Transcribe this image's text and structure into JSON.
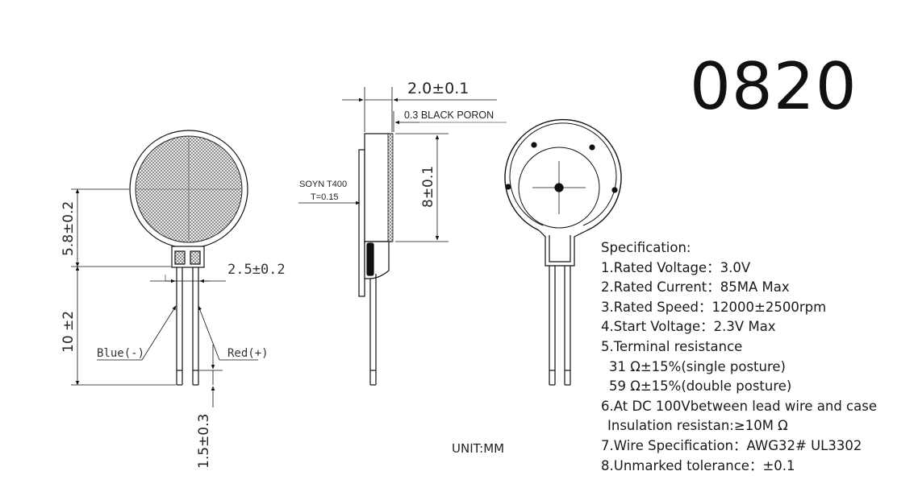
{
  "model": "0820",
  "unit": "UNIT:MM",
  "dimensions": {
    "thickness": "2.0±0.1",
    "poron": "0.3 BLACK PORON",
    "label_material": "SOYN T400",
    "label_thickness": "T=0.15",
    "height_side": "8±0.1",
    "body_height": "5.8±0.2",
    "lead_length": "10 ±2",
    "tip_length": "1.5±0.3",
    "lead_spacing": "2.5±0.2",
    "blue_lead": "Blue(-)",
    "red_lead": "Red(+)"
  },
  "spec": {
    "heading": "Specification:",
    "lines": [
      "1.Rated Voltage：3.0V",
      "2.Rated Current：85MA Max",
      "3.Rated Speed：12000±2500rpm",
      "4.Start Voltage：2.3V Max",
      "5.Terminal resistance",
      "31 Ω±15%(single posture)",
      "59 Ω±15%(double posture)",
      "6.At DC 100Vbetween lead wire and case",
      "Insulation resistan:≥10M Ω",
      "7.Wire Specification：AWG32# UL3302",
      "8.Unmarked tolerance：±0.1"
    ]
  }
}
